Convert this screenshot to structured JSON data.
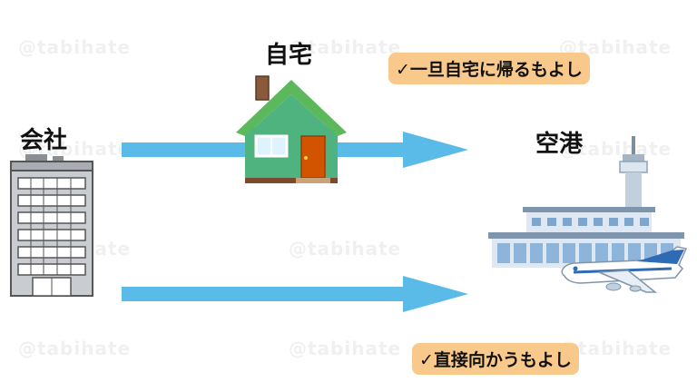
{
  "watermark": "@tabihate",
  "labels": {
    "company": "会社",
    "home": "自宅",
    "airport": "空港"
  },
  "notes": {
    "via_home": "✓一旦自宅に帰るもよし",
    "direct": "✓直接向かうもよし"
  },
  "colors": {
    "arrow": "#5bbbe8",
    "note_bg": "#f8c98a",
    "house_wall": "#4fb37f",
    "house_roof": "#5cb85c",
    "door": "#d35400"
  }
}
